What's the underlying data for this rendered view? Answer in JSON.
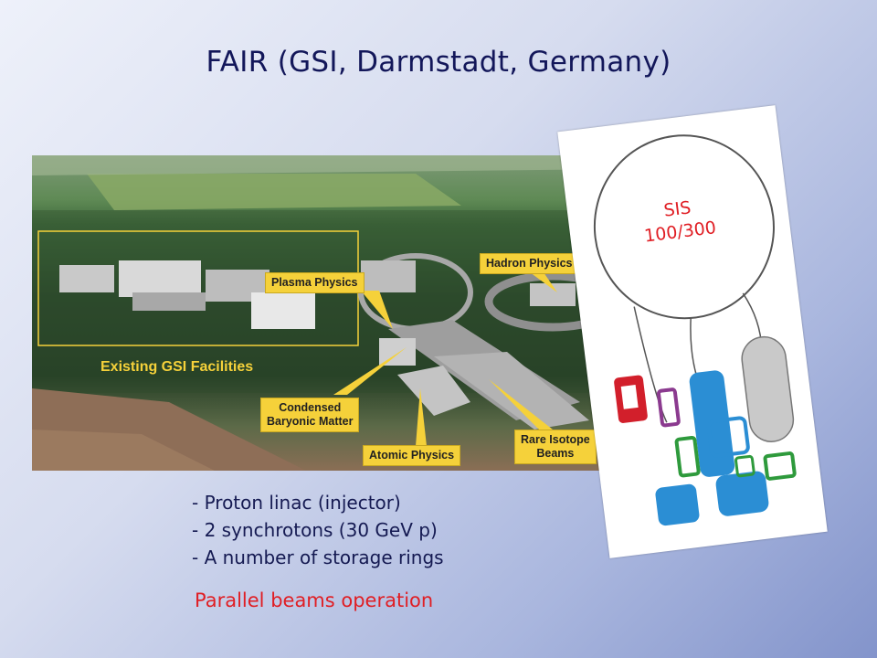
{
  "slide": {
    "title": "FAIR (GSI, Darmstadt, Germany)",
    "bullets": [
      "- Proton linac (injector)",
      "- 2 synchrotons (30 GeV p)",
      "- A number of storage rings"
    ],
    "conclusion_arrow": "",
    "conclusion": "Parallel beams operation"
  },
  "photo": {
    "labels": {
      "plasma": "Plasma Physics",
      "hadron": "Hadron Physics",
      "existing": "Existing GSI Facilities",
      "condensed_1": "Condensed",
      "condensed_2": "Baryonic Matter",
      "atomic": "Atomic Physics",
      "rare_1": "Rare Isotope",
      "rare_2": "Beams"
    }
  },
  "schematic": {
    "sis_1": "SIS",
    "sis_2": "100/300"
  },
  "colors": {
    "title": "#13175a",
    "accent_red": "#e01e24",
    "label_yellow": "#f5d13a"
  }
}
